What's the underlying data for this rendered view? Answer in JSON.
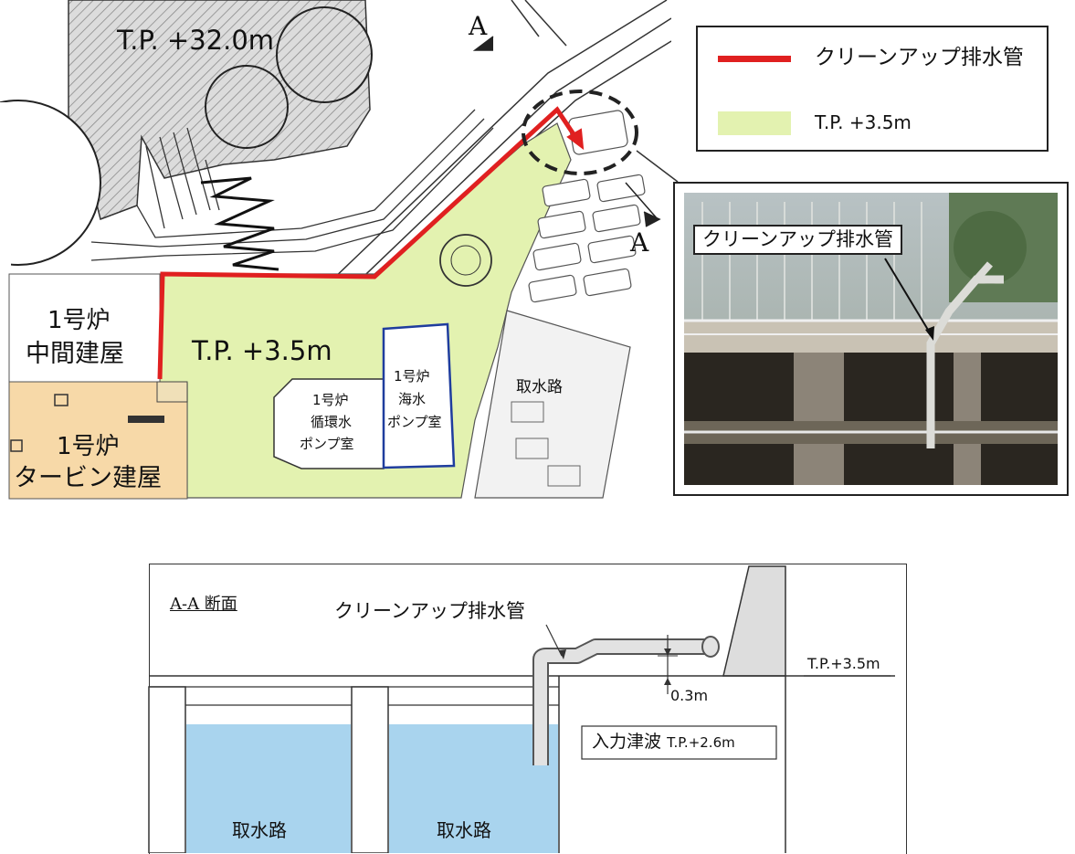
{
  "plan": {
    "elev_high": "T.P. +32.0m",
    "elev_low": "T.P. +3.5m",
    "section_marker": "A",
    "unit1_intermediate_bldg": [
      "1号炉",
      "中間建屋"
    ],
    "unit1_turbine_bldg": [
      "1号炉",
      "タービン建屋"
    ],
    "circ_pump_room": [
      "1号炉",
      "循環水",
      "ポンプ室"
    ],
    "sea_pump_room": [
      "1号炉",
      "海水",
      "ポンプ室"
    ],
    "intake": "取水路"
  },
  "legend": {
    "pipe_label": "クリーンアップ排水管",
    "area_label": "T.P. +3.5m",
    "pipe_color": "#e02020",
    "area_color": "#e3f2b0"
  },
  "photo": {
    "callout": "クリーンアップ排水管"
  },
  "section": {
    "title": "A-A 断面",
    "pipe_label": "クリーンアップ排水管",
    "ground_level": "T.P.+3.5m",
    "gap": "0.3m",
    "tsunami_label": "入力津波",
    "tsunami_level": "T.P.+2.6m",
    "intake_left": "取水路",
    "intake_right": "取水路",
    "water_color": "#a9d4ee"
  }
}
